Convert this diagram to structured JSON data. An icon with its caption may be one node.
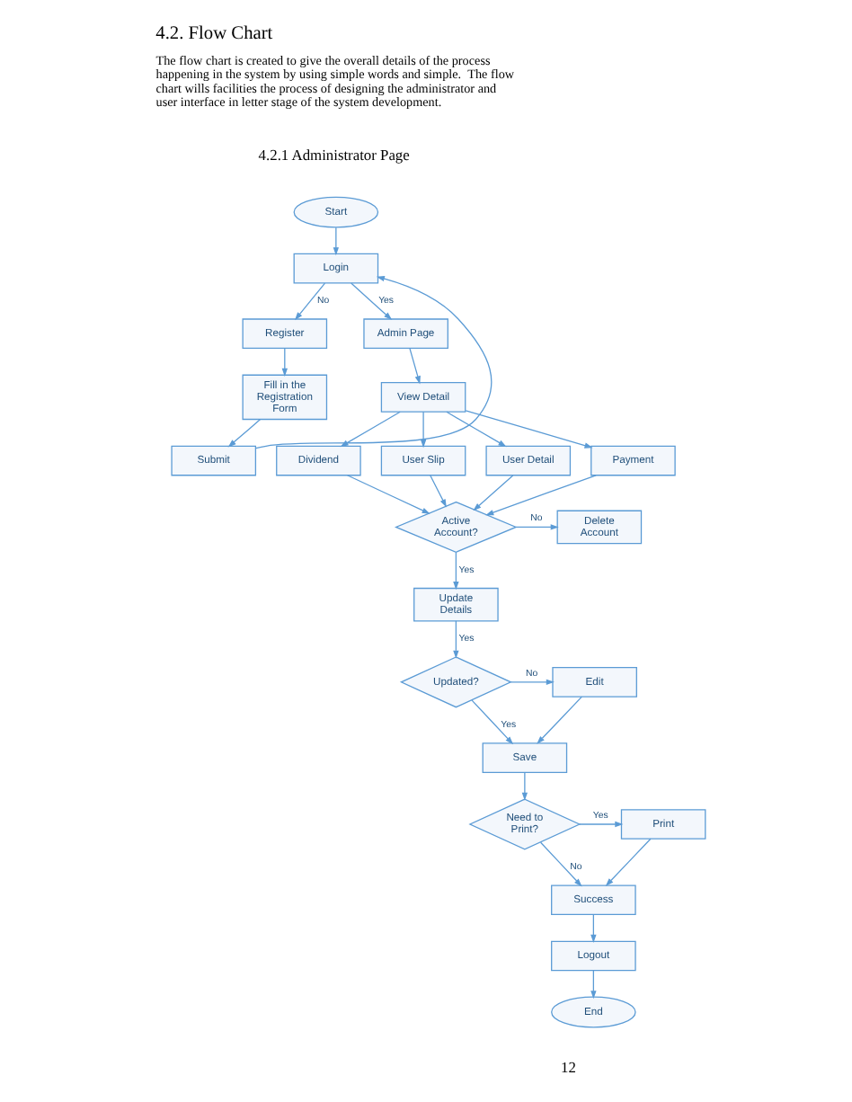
{
  "diagram": {
    "title": "4.2. Flow Chart",
    "nodes": [
      {
        "text": [
          "Start"
        ]
      },
      {
        "text": [
          "Login"
        ]
      },
      {
        "text": [
          "Admin Page"
        ]
      },
      {
        "text": [
          "Register"
        ]
      },
      {
        "text": [
          "View Detail"
        ]
      },
      {
        "text": [
          "Fill in the Registration Form"
        ]
      },
      {
        "text": [
          "User Detail"
        ]
      },
      {
        "text": [
          "Payment"
        ]
      },
      {
        "text": [
          "Dividend"
        ]
      },
      {
        "text": [
          "User Slip"
        ]
      },
      {
        "text": [
          "Submit"
        ]
      },
      {
        "text": [
          "Active Account?"
        ]
      },
      {
        "text": [
          "Delete Account"
        ]
      },
      {
        "text": [
          "Update Details"
        ]
      },
      {
        "text": [
          "Updated?"
        ]
      },
      {
        "text": [
          "Edit"
        ]
      },
      {
        "text": [
          "Save"
        ]
      },
      {
        "text": [
          "Need to Print?"
        ]
      },
      {
        "text": [
          "Print"
        ]
      },
      {
        "text": [
          "Success"
        ]
      },
      {
        "text": [
          "Logout"
        ]
      },
      {
        "text": [
          "End"
        ]
      }
    ],
    "edges": [
      {
        "from": 0,
        "to": 1,
        "arrow": "to"
      },
      {
        "from": 1,
        "to": 2,
        "arrow": "to",
        "label": "Yes"
      },
      {
        "from": 1,
        "to": 3,
        "arrow": "to",
        "label": "No"
      },
      {
        "from": 2,
        "to": 4,
        "arrow": "to"
      },
      {
        "from": 3,
        "to": 5,
        "arrow": "to"
      },
      {
        "from": 5,
        "to": 10,
        "arrow": "to"
      },
      {
        "from": 10,
        "to": 1,
        "arrow": "to"
      },
      {
        "from": 4,
        "to": 6,
        "arrow": "to"
      },
      {
        "from": 4,
        "to": 7,
        "arrow": "to"
      },
      {
        "from": 4,
        "to": 8,
        "arrow": "to"
      },
      {
        "from": 4,
        "to": 9,
        "arrow": "to"
      },
      {
        "from": 6,
        "to": 11,
        "arrow": "to"
      },
      {
        "from": 7,
        "to": 11,
        "arrow": "to"
      },
      {
        "from": 8,
        "to": 11,
        "arrow": "to"
      },
      {
        "from": 9,
        "to": 11,
        "arrow": "to"
      },
      {
        "from": 11,
        "to": 12,
        "arrow": "to",
        "label": "No"
      },
      {
        "from": 11,
        "to": 13,
        "arrow": "to",
        "label": "Yes"
      },
      {
        "from": 13,
        "to": 14,
        "arrow": "to",
        "label": "Yes"
      },
      {
        "from": 14,
        "to": 15,
        "arrow": "to",
        "label": "No"
      },
      {
        "from": 14,
        "to": 16,
        "arrow": "to",
        "label": "Yes"
      },
      {
        "from": 15,
        "to": 16,
        "arrow": "to"
      },
      {
        "from": 16,
        "to": 17,
        "arrow": "to"
      },
      {
        "from": 17,
        "to": 18,
        "arrow": "to",
        "label": "Yes"
      },
      {
        "from": 17,
        "to": 19,
        "arrow": "to",
        "label": "No"
      },
      {
        "from": 18,
        "to": 19,
        "arrow": "to"
      },
      {
        "from": 19,
        "to": 20,
        "arrow": "to"
      },
      {
        "from": 20,
        "to": 21,
        "arrow": "to"
      }
    ],
    "labels": [
      "The flow chart is created to give the overall details of the process happening in the system by using simple words and simple.  The flow chart wills facilities the process of designing the administrator and user interface in letter stage of the system development.",
      "4.2.1 Administrator Page",
      "12"
    ]
  }
}
